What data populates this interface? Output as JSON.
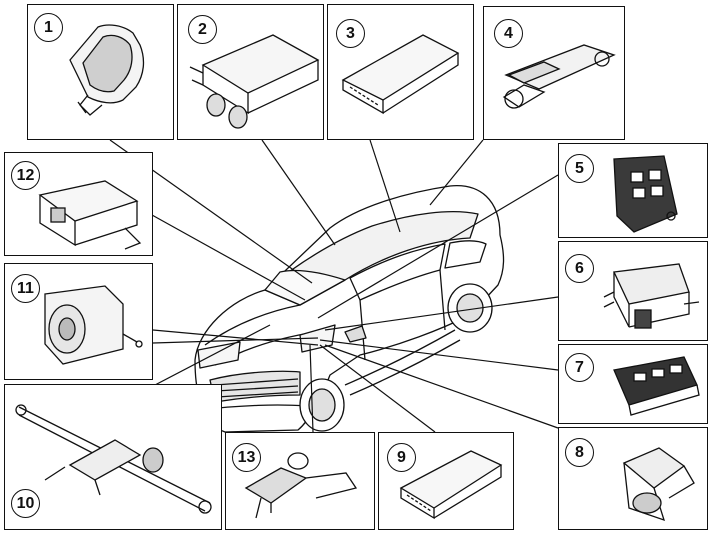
{
  "callouts": [
    {
      "id": 1,
      "label": "1"
    },
    {
      "id": 2,
      "label": "2"
    },
    {
      "id": 3,
      "label": "3"
    },
    {
      "id": 4,
      "label": "4"
    },
    {
      "id": 5,
      "label": "5"
    },
    {
      "id": 6,
      "label": "6"
    },
    {
      "id": 7,
      "label": "7"
    },
    {
      "id": 8,
      "label": "8"
    },
    {
      "id": 9,
      "label": "9"
    },
    {
      "id": 10,
      "label": "10"
    },
    {
      "id": 11,
      "label": "11"
    },
    {
      "id": 12,
      "label": "12"
    },
    {
      "id": 13,
      "label": "13"
    }
  ],
  "colors": {
    "line": "#111111",
    "background": "#ffffff",
    "shade": "#d8d8d8"
  }
}
